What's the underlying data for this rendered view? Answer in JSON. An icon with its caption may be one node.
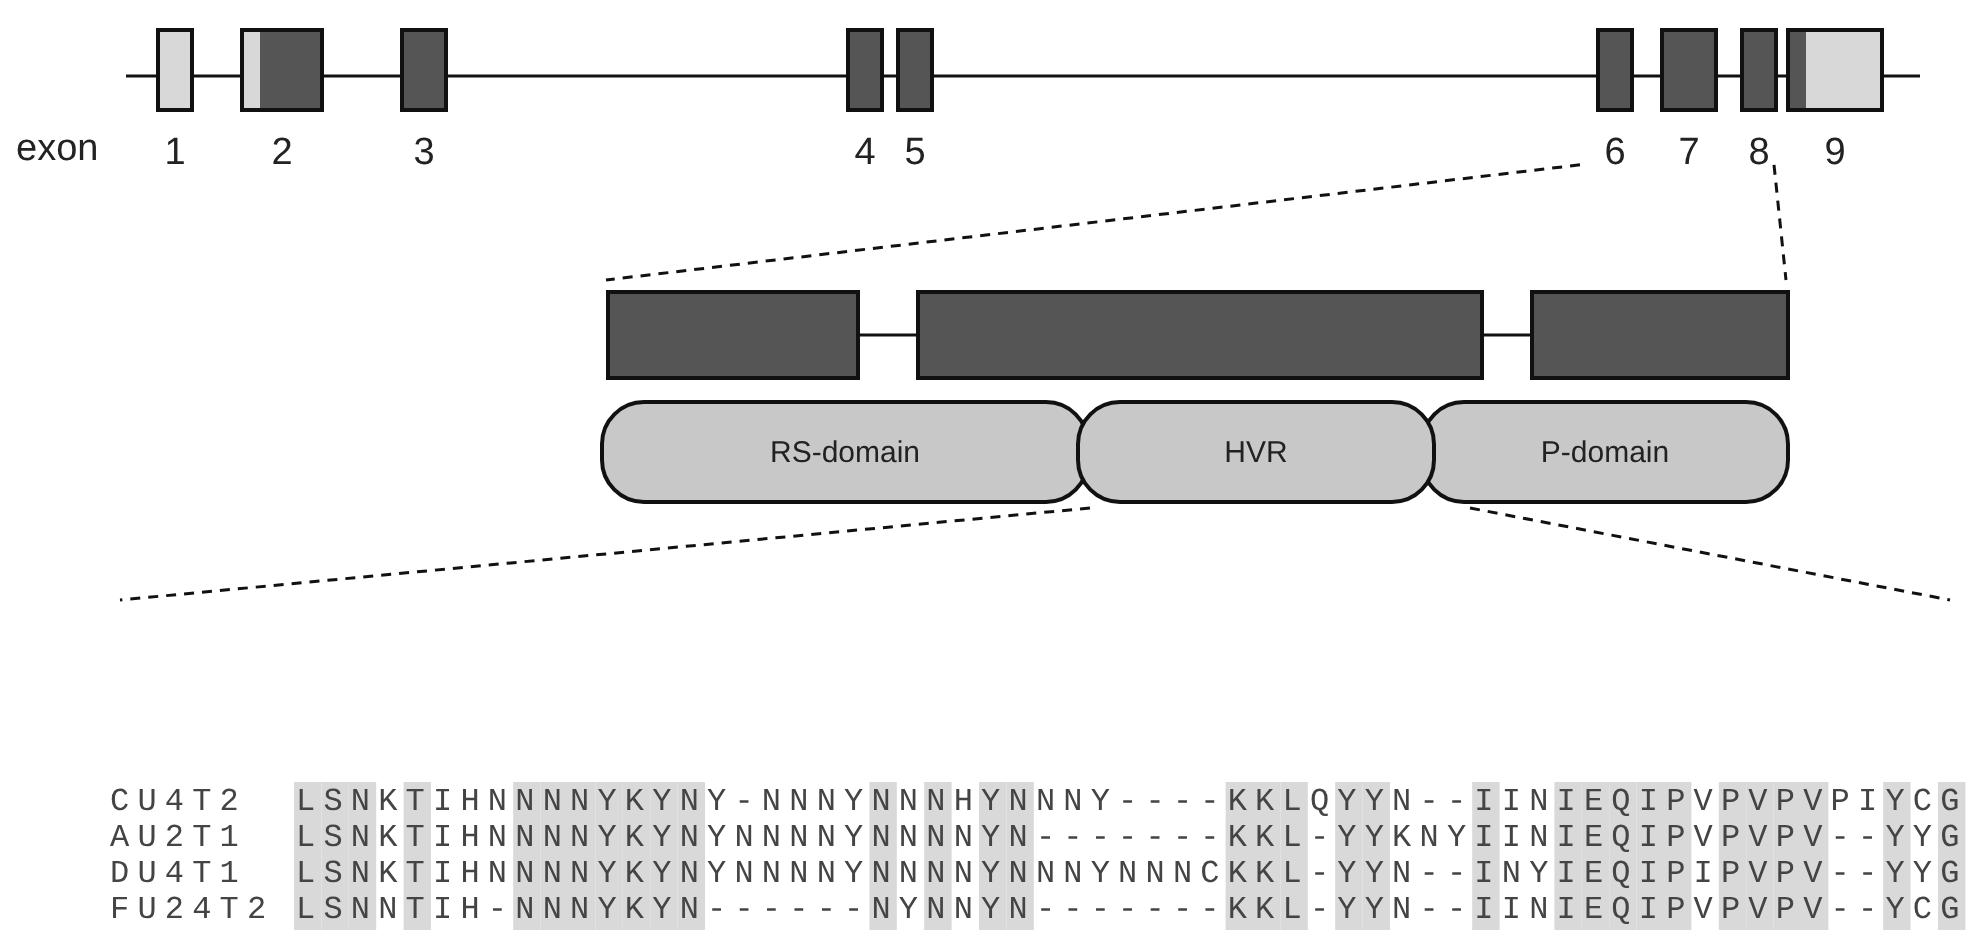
{
  "diagram": {
    "nodes": [
      {
        "text": [
          "1"
        ]
      },
      {
        "text": [
          "2"
        ]
      },
      {
        "text": [
          "3"
        ]
      },
      {
        "text": [
          "4"
        ]
      },
      {
        "text": [
          "5"
        ]
      },
      {
        "text": [
          "6"
        ]
      },
      {
        "text": [
          "7"
        ]
      },
      {
        "text": [
          "8"
        ]
      },
      {
        "text": [
          "9"
        ]
      },
      {
        "text": [],
        "shape": "box"
      },
      {
        "text": [],
        "shape": "box"
      },
      {
        "text": [],
        "shape": "box"
      },
      {
        "text": [
          "RS-domain"
        ]
      },
      {
        "text": [
          "HVR"
        ]
      },
      {
        "text": [
          "P-domain"
        ]
      }
    ],
    "edges": [
      {
        "from": 5,
        "to": 9,
        "arrow": "none",
        "style": "dashed"
      },
      {
        "from": 7,
        "to": 11,
        "arrow": "none",
        "style": "dashed"
      },
      {
        "from": 9,
        "to": 10,
        "arrow": "none"
      },
      {
        "from": 10,
        "to": 11,
        "arrow": "none"
      },
      {
        "from": 13,
        "to": null,
        "arrow": "none",
        "style": "dashed"
      },
      {
        "from": 13,
        "to": null,
        "arrow": "none",
        "style": "dashed"
      }
    ],
    "labels": [
      "exon",
      "CU4T2",
      "LSNKTIHNNNNYKYNY-NNNYNNNHYNNNY----KKLQYYN--IINIEQIPVPVPVPIYCG",
      "AU2T1",
      "LSNKTIHNNNNYKYNYNNNNYNNNNYN-------KKL-YYKNYIINIEQIPVPVPV--YYG",
      "DU4T1",
      "LSNKTIHNNNNYKYNYNNNNYNNNNYNNNYNNNCKKL-YYN--INYIEQIPIPVPV--YYG",
      "FU24T2",
      "LSNNTIH-NNNYKYN------NYNNYN-------KKL-YYN--IINIEQIPVPVPV--YCG"
    ]
  }
}
